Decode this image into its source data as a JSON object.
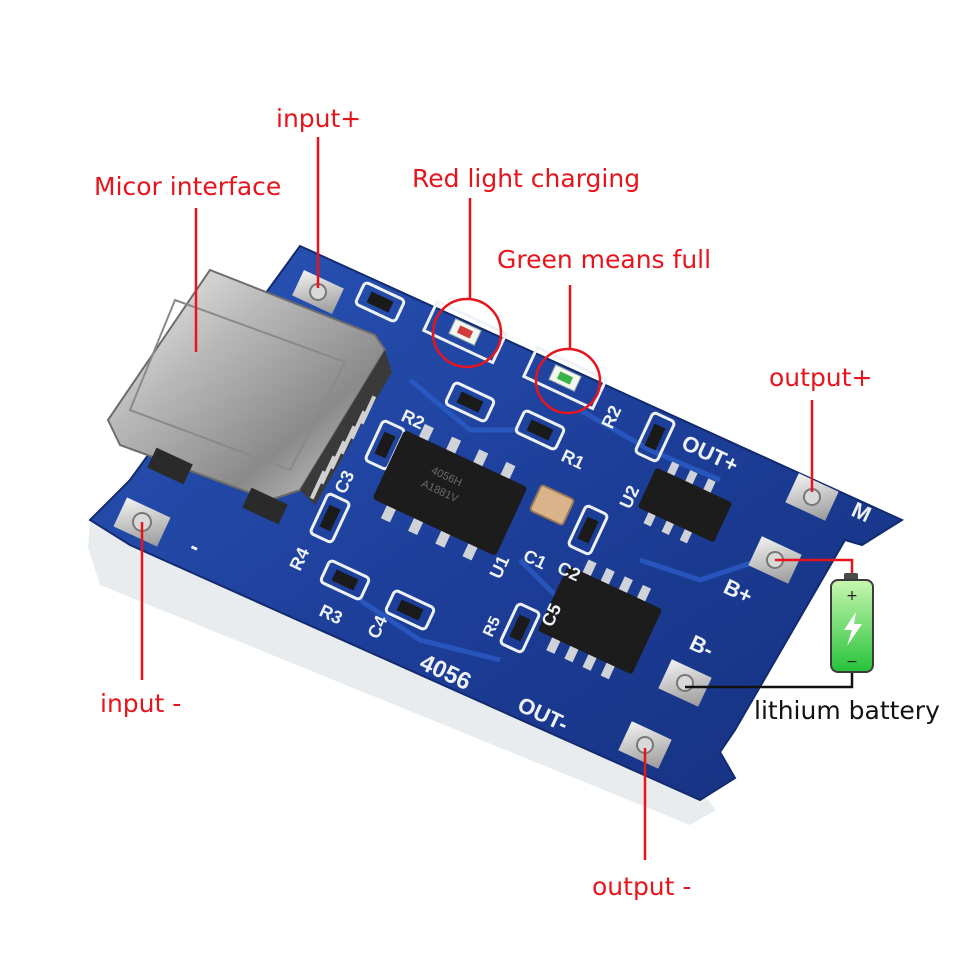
{
  "labels": {
    "input_plus": "input+",
    "micor_interface": "Micor interface",
    "red_light": "Red light charging",
    "green_full": "Green means full",
    "output_plus": "output+",
    "input_minus": "input -",
    "lithium_battery": "lithium battery",
    "output_minus": "output -"
  },
  "silkscreen": {
    "r2a": "R2",
    "r1": "R1",
    "r2b": "R2",
    "c3": "C3",
    "r4": "R4",
    "r3": "R3",
    "c4": "C4",
    "u1": "U1",
    "c1": "C1",
    "c2": "C2",
    "u2": "U2",
    "r5": "R5",
    "c5": "C5",
    "out_plus": "OUT+",
    "m": "M",
    "b_plus": "B+",
    "b_minus": "B-",
    "out_minus": "OUT-",
    "minus": "-",
    "model": "4056"
  },
  "chip_marking": {
    "line1": "4056H",
    "line2": "A1881V"
  },
  "battery_symbols": {
    "plus": "+",
    "minus": "−"
  },
  "colors": {
    "label_red": "#e8141c",
    "board_blue": "#1d3f9a",
    "silkscreen": "#eef2f8",
    "led_ring": "#e8141c"
  }
}
